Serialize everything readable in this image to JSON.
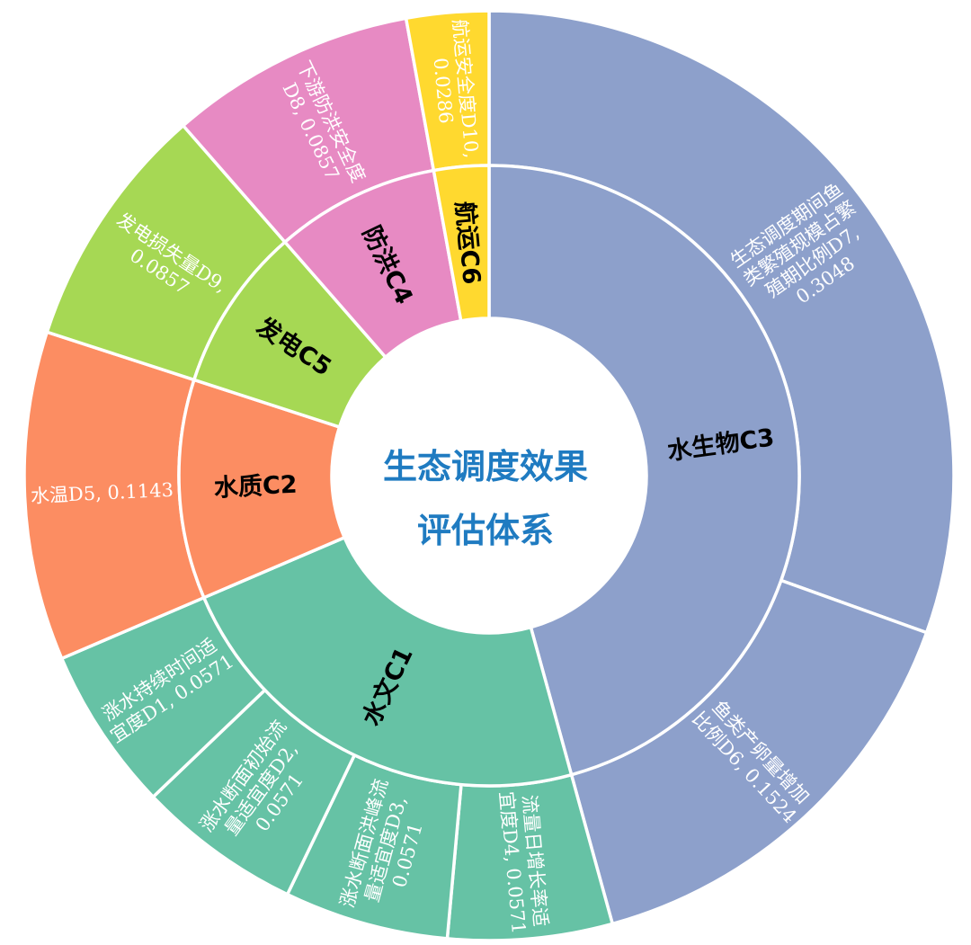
{
  "chart_data": {
    "type": "sunburst",
    "center": {
      "lines": [
        "生态调度效果",
        "评估体系"
      ],
      "color": "#1F7BC1"
    },
    "inner_ring": [
      {
        "label": "水生物C3",
        "value": 0.4572,
        "color": "#8DA0CB"
      },
      {
        "label": "水文C1",
        "value": 0.2284,
        "color": "#66C2A5"
      },
      {
        "label": "水质C2",
        "value": 0.1143,
        "color": "#FC8D62"
      },
      {
        "label": "发电C5",
        "value": 0.0857,
        "color": "#A6D854"
      },
      {
        "label": "防洪C4",
        "value": 0.0857,
        "color": "#E78AC3"
      },
      {
        "label": "航运C6",
        "value": 0.0286,
        "color": "#FFD92F"
      }
    ],
    "outer_ring": [
      {
        "lines": [
          "生态调度期间鱼",
          "类繁殖规模占繁",
          "殖期比例D7,",
          "0.3048"
        ],
        "value": 0.3048,
        "parent": "水生物C3",
        "color": "#8DA0CB"
      },
      {
        "lines": [
          "鱼类产卵量增加",
          "比例D6, 0.1524"
        ],
        "value": 0.1524,
        "parent": "水生物C3",
        "color": "#8DA0CB"
      },
      {
        "lines": [
          "流量日增长率适",
          "宜度D4, 0.0571"
        ],
        "value": 0.0571,
        "parent": "水文C1",
        "color": "#66C2A5"
      },
      {
        "lines": [
          "涨水断面洪峰流",
          "量适宜度D3,",
          "0.0571"
        ],
        "value": 0.0571,
        "parent": "水文C1",
        "color": "#66C2A5"
      },
      {
        "lines": [
          "涨水断面初始流",
          "量适宜度D2,",
          "0.0571"
        ],
        "value": 0.0571,
        "parent": "水文C1",
        "color": "#66C2A5"
      },
      {
        "lines": [
          "涨水持续时间适",
          "宜度D1, 0.0571"
        ],
        "value": 0.0571,
        "parent": "水文C1",
        "color": "#66C2A5"
      },
      {
        "lines": [
          "水温D5, 0.1143"
        ],
        "value": 0.1143,
        "parent": "水质C2",
        "color": "#FC8D62"
      },
      {
        "lines": [
          "发电损失量D9,",
          "0.0857"
        ],
        "value": 0.0857,
        "parent": "发电C5",
        "color": "#A6D854"
      },
      {
        "lines": [
          "下游防洪安全度",
          "D8, 0.0857"
        ],
        "value": 0.0857,
        "parent": "防洪C4",
        "color": "#E78AC3"
      },
      {
        "lines": [
          "航运安全度D10,",
          "0.0286"
        ],
        "value": 0.0286,
        "parent": "航运C6",
        "color": "#FFD92F"
      }
    ]
  }
}
